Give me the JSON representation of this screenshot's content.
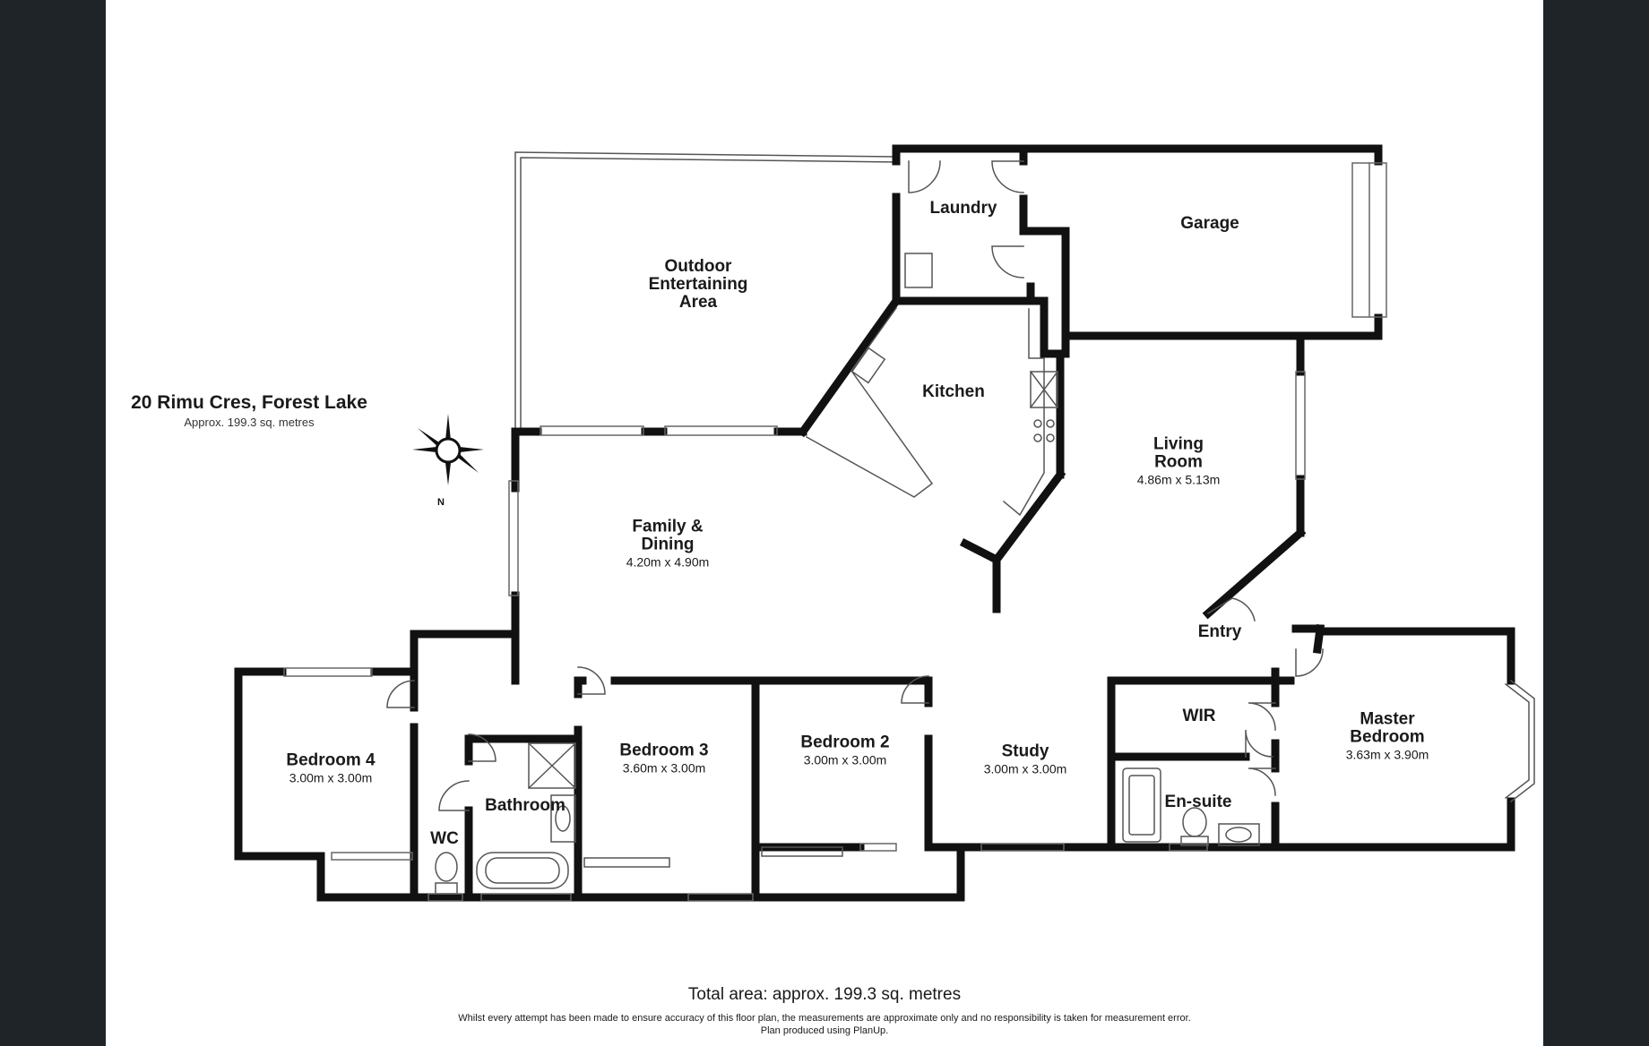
{
  "address": {
    "title": "20 Rimu Cres, Forest Lake",
    "subtitle": "Approx. 199.3 sq. metres"
  },
  "compass": {
    "label": "N",
    "icon": "compass-rose-icon"
  },
  "rooms": {
    "outdoor": {
      "name": "Outdoor Entertaining Area",
      "dims": ""
    },
    "laundry": {
      "name": "Laundry",
      "dims": ""
    },
    "garage": {
      "name": "Garage",
      "dims": ""
    },
    "kitchen": {
      "name": "Kitchen",
      "dims": ""
    },
    "living": {
      "name": "Living Room",
      "dims": "4.86m x 5.13m"
    },
    "family": {
      "name": "Family & Dining",
      "dims": "4.20m x 4.90m"
    },
    "entry": {
      "name": "Entry",
      "dims": ""
    },
    "bed4": {
      "name": "Bedroom 4",
      "dims": "3.00m x 3.00m"
    },
    "wc": {
      "name": "WC",
      "dims": ""
    },
    "bathroom": {
      "name": "Bathroom",
      "dims": ""
    },
    "bed3": {
      "name": "Bedroom 3",
      "dims": "3.60m x 3.00m"
    },
    "bed2": {
      "name": "Bedroom 2",
      "dims": "3.00m x 3.00m"
    },
    "study": {
      "name": "Study",
      "dims": "3.00m x 3.00m"
    },
    "wir": {
      "name": "WIR",
      "dims": ""
    },
    "ensuite": {
      "name": "En-suite",
      "dims": ""
    },
    "master": {
      "name": "Master Bedroom",
      "dims": "3.63m x 3.90m"
    }
  },
  "footer": {
    "total": "Total area: approx. 199.3 sq. metres",
    "disclaimer": "Whilst every attempt has been made to ensure accuracy of this floor plan, the measurements are approximate only and no responsibility is taken for measurement error.",
    "credit": "Plan produced using PlanUp."
  },
  "colors": {
    "frame": "#1f2429",
    "wall": "#111111",
    "background": "#ffffff"
  }
}
